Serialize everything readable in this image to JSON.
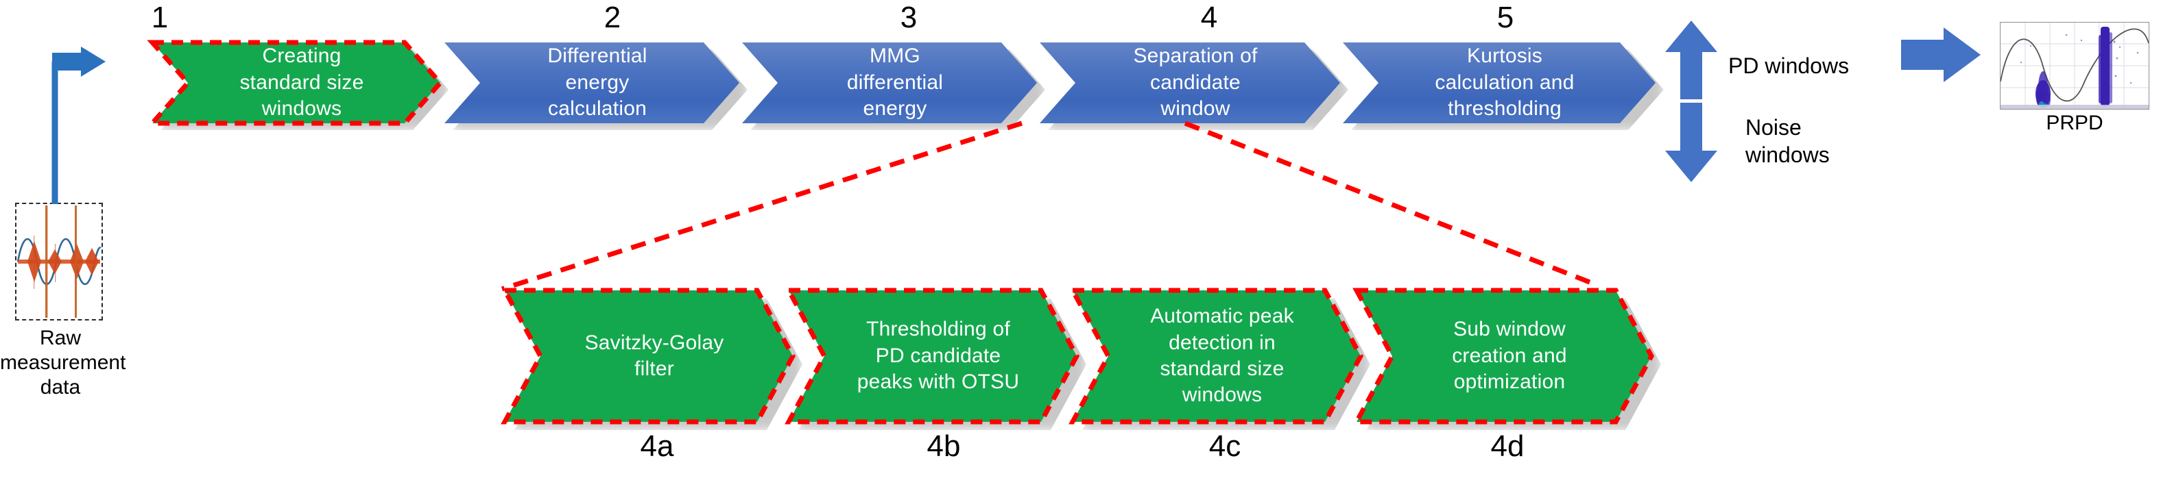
{
  "diagram": {
    "title_present": false,
    "accent_blue": "#4472c4",
    "accent_green": "#14a84e",
    "accent_red": "#ff0000",
    "prpd_point_color": "#3a21b0"
  },
  "main_steps": [
    {
      "number": "1",
      "label": "Creating\nstandard size\nwindows",
      "color": "green",
      "dashed": true
    },
    {
      "number": "2",
      "label": "Differential\nenergy\ncalculation",
      "color": "blue",
      "dashed": false
    },
    {
      "number": "3",
      "label": "MMG\ndifferential\nenergy",
      "color": "blue",
      "dashed": false
    },
    {
      "number": "4",
      "label": "Separation of\ncandidate\nwindow",
      "color": "blue",
      "dashed": false
    },
    {
      "number": "5",
      "label": "Kurtosis\ncalculation and\nthresholding",
      "color": "blue",
      "dashed": false
    }
  ],
  "sub_steps": [
    {
      "number": "4a",
      "label": "Savitzky-Golay\nfilter",
      "color": "green",
      "dashed": true
    },
    {
      "number": "4b",
      "label": "Thresholding  of\nPD candidate\npeaks with OTSU",
      "color": "green",
      "dashed": true
    },
    {
      "number": "4c",
      "label": "Automatic  peak\ndetection in\nstandard size\nwindows",
      "color": "green",
      "dashed": true
    },
    {
      "number": "4d",
      "label": "Sub  window\ncreation  and\noptimization",
      "color": "green",
      "dashed": true
    }
  ],
  "raw_input": {
    "caption_line1": "Raw measurement",
    "caption_line2": "data",
    "chart_data": {
      "type": "line",
      "title": "Raw measurement data",
      "series": [
        {
          "name": "power-frequency sine",
          "color": "#2e6a96"
        },
        {
          "name": "PD pulse train",
          "color": "#d2491b"
        }
      ],
      "xlabel": "",
      "ylabel": "",
      "grid": false
    }
  },
  "output": {
    "caption": "PRPD",
    "chart_data": {
      "type": "scatter",
      "title": "PRPD",
      "xlabel": "",
      "ylabel": "",
      "grid": true,
      "series": [
        {
          "name": "reference sine",
          "type": "line",
          "color": "#404040"
        },
        {
          "name": "PD events",
          "type": "scatter",
          "color": "#3a21b0"
        }
      ]
    }
  },
  "branch_labels": {
    "pd_windows": "PD windows",
    "noise_windows_line1": "Noise",
    "noise_windows_line2": "windows"
  },
  "icons": {
    "arrow_up": "arrow-up-icon",
    "arrow_down": "arrow-down-icon",
    "arrow_right": "arrow-right-icon",
    "arrow_input": "arrow-input-icon"
  }
}
